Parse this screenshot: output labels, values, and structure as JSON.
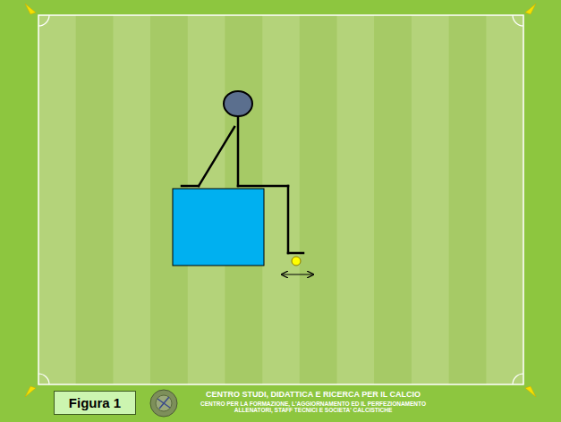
{
  "diagram": {
    "nodes": [
      {
        "text": [
          "Figura 1"
        ]
      }
    ],
    "edges": [],
    "labels": [
      "CENTRO STUDI, DIDATTICA E RICERCA PER IL CALCIO",
      "CENTRO PER LA FORMAZIONE, L'AGGIORNAMENTO ED IL PERFEZIONAMENTO ALLENATORI, STAFF TECNICI E SOCIETA' CALCISTICHE"
    ]
  }
}
